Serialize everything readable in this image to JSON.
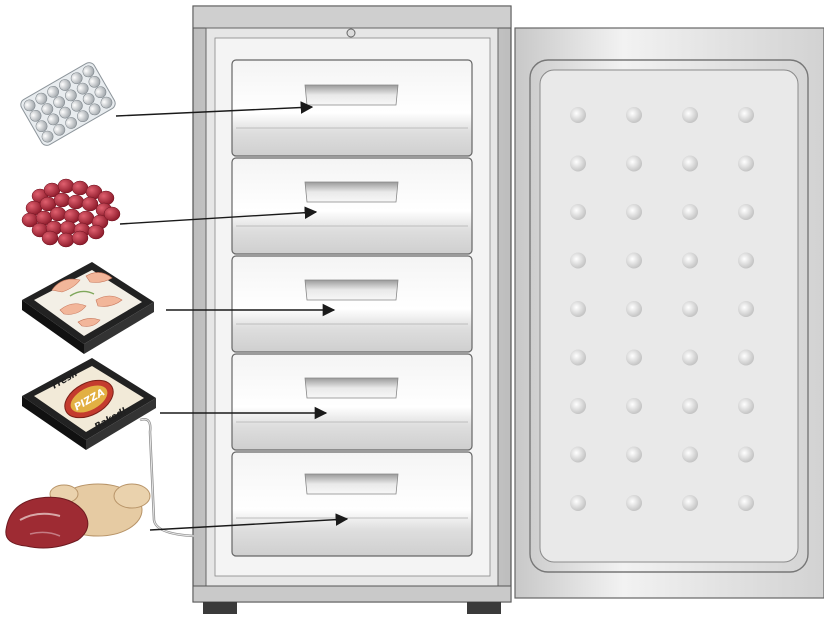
{
  "pizza_box": {
    "top_text": "Fresh",
    "center_text": "PIZZA",
    "bottom_text": "Baked!"
  },
  "colors": {
    "cabinet": "#d9d9d9",
    "cabinet_edge": "#555555",
    "drawer": "#eeeeee",
    "door": "#e3e3e3",
    "arrow": "#1a1a1a",
    "strawberry": "#b3263c",
    "meat": "#9e2b33",
    "chicken": "#e8cfa8",
    "pizza_red": "#c43b2e"
  },
  "food_items": [
    {
      "icon": "ice-cubes-tray-icon",
      "target_drawer": 1
    },
    {
      "icon": "frozen-strawberries-icon",
      "target_drawer": 2
    },
    {
      "icon": "shrimp-box-icon",
      "target_drawer": 3
    },
    {
      "icon": "pizza-box-icon",
      "target_drawer": 4
    },
    {
      "icon": "meat-and-chicken-icon",
      "target_drawer": 5
    }
  ],
  "freezer": {
    "drawer_count": 5,
    "door_dimple_rows": 9,
    "door_dimple_cols": 4,
    "state": "door open"
  }
}
